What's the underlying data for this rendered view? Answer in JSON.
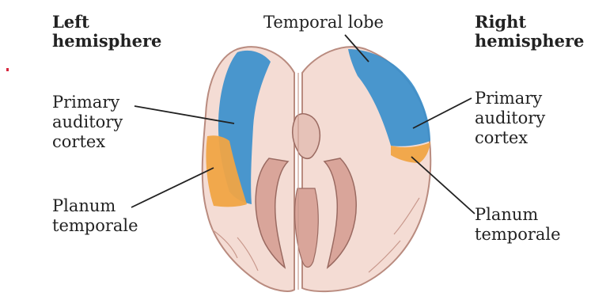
{
  "labels": {
    "temporal_lobe": "Temporal lobe",
    "left_hemisphere": [
      "Left",
      "hemisphere"
    ],
    "right_hemisphere": [
      "Right",
      "hemisphere"
    ],
    "primary_auditory_cortex_left": [
      "Primary",
      "auditory",
      "cortex"
    ],
    "planum_temporale_left": [
      "Planum",
      "temporale"
    ],
    "primary_auditory_cortex_right": [
      "Primary",
      "auditory",
      "cortex"
    ],
    "planum_temporale_right": [
      "Planum",
      "temporale"
    ]
  },
  "colors": {
    "brain_fill": "#f4dcd4",
    "brain_outline": "#b98b7f",
    "auditory_cortex": "#3a8fcc",
    "planum_temporale": "#f0a444",
    "ventricle_fill": "#d9a59a",
    "ventricle_outline": "#9a6a61",
    "leader_line": "#222222"
  }
}
